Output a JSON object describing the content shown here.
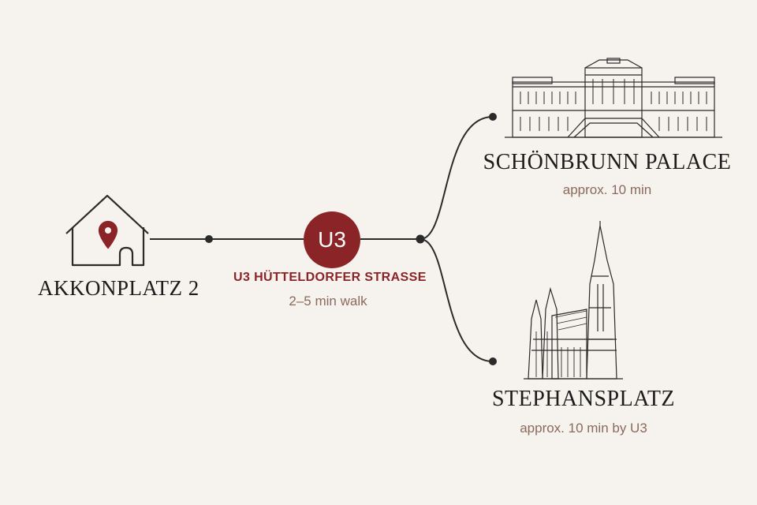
{
  "colors": {
    "background": "#f6f2ee",
    "line": "#2a2a2a",
    "accent": "#8b2427",
    "muted_text": "#8a6a5c"
  },
  "origin": {
    "title": "AKKONPLATZ 2",
    "icon": "house-with-location-pin-icon"
  },
  "station": {
    "badge": "U3",
    "name": "U3 HÜTTELDORFER STRASSE",
    "walk": "2–5 min walk"
  },
  "destinations": [
    {
      "title": "SCHÖNBRUNN PALACE",
      "time": "approx. 10 min",
      "icon": "palace-illustration-icon"
    },
    {
      "title": "STEPHANSPLATZ",
      "time": "approx. 10 min by U3",
      "icon": "cathedral-illustration-icon"
    }
  ]
}
